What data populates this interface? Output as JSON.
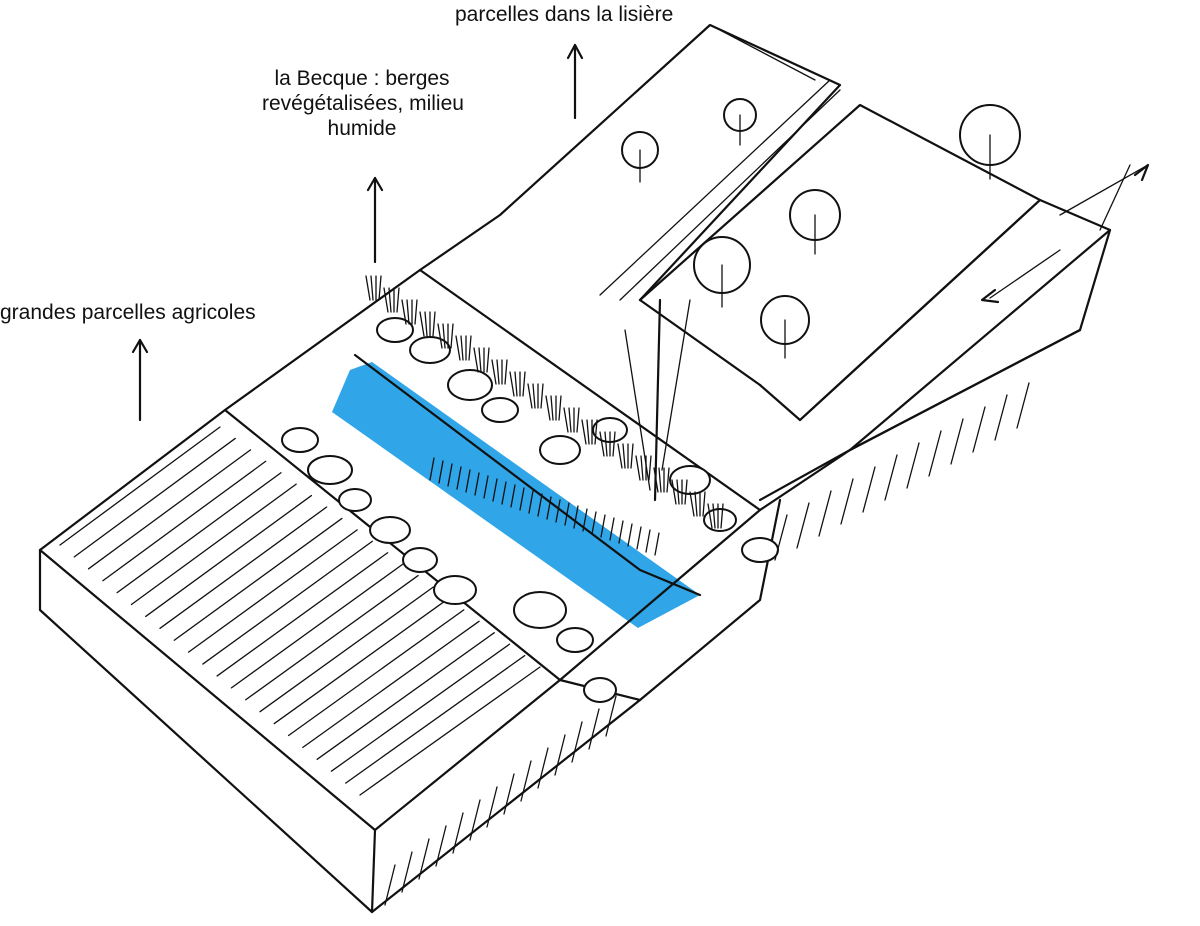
{
  "labels": {
    "parcelles_lisiere": "parcelles dans la lisière",
    "becque_line1": "la Becque : berges",
    "becque_line2": "revégétalisées, milieu",
    "becque_line3": "humide",
    "grandes_parcelles": "grandes parcelles agricoles"
  },
  "colors": {
    "ink": "#111111",
    "water": "#1a9be6",
    "background": "#ffffff"
  }
}
